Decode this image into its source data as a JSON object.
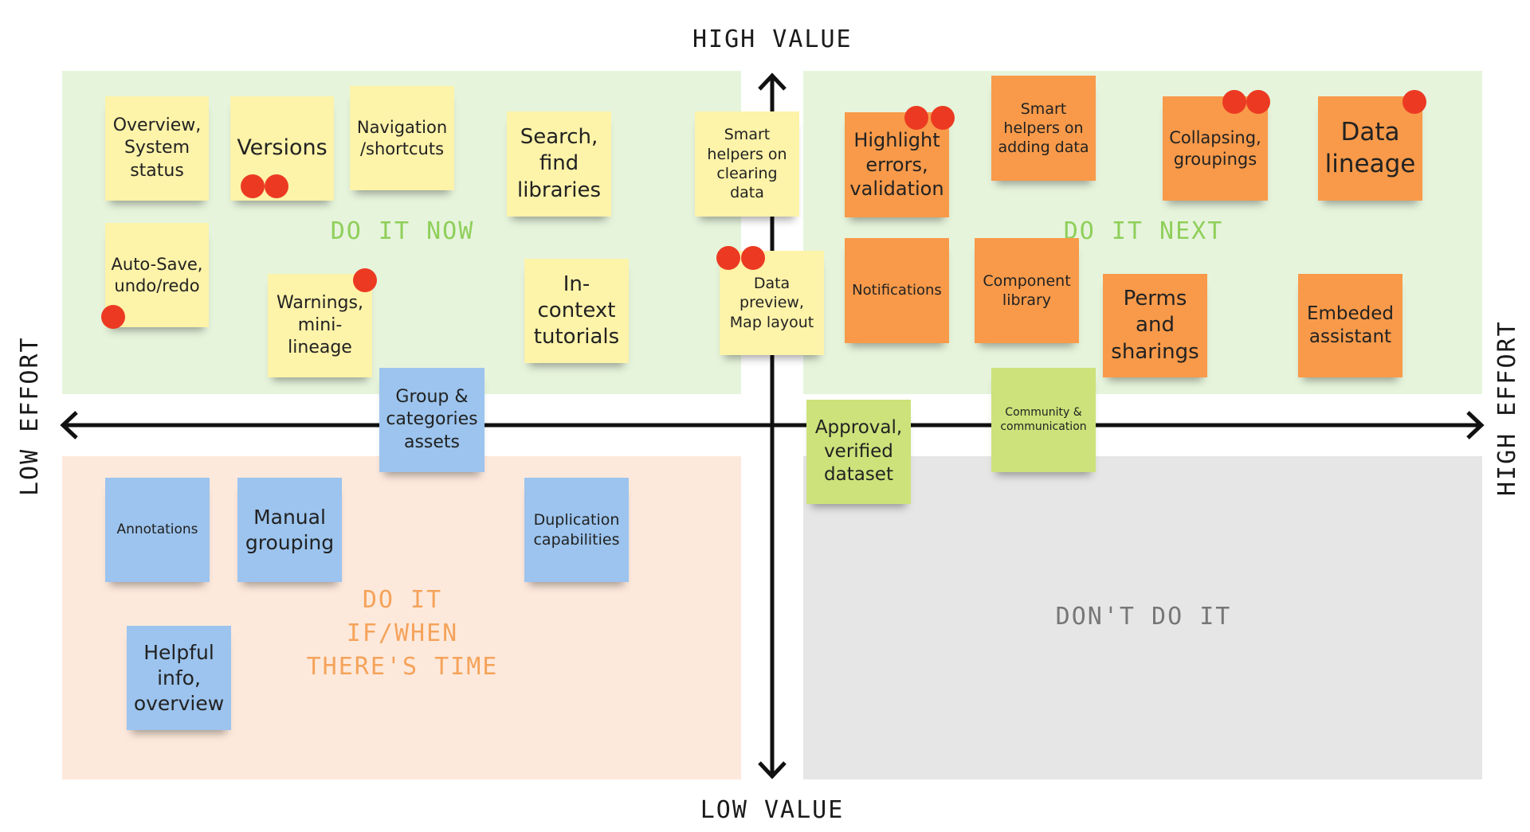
{
  "axes": {
    "top": "HIGH VALUE",
    "bottom": "LOW VALUE",
    "left": "LOW EFFORT",
    "right": "HIGH EFFORT"
  },
  "quadrants": {
    "do_it_now": "DO IT NOW",
    "do_it_next": "DO IT NEXT",
    "do_it_if_when": "DO IT IF/WHEN THERE'S TIME",
    "dont_do_it": "DON'T DO IT"
  },
  "colors": {
    "green_quadrant": "#e6f4dc",
    "peach_quadrant": "#fde9dc",
    "grey_quadrant": "#e6e6e6",
    "do_it_now_text": "#8fcf5a",
    "do_it_next_text": "#8fcf5a",
    "do_it_if_when_text": "#f5a35a",
    "dont_do_it_text": "#777777",
    "yellow_note": "#fdf3a9",
    "orange_note": "#f89a4a",
    "blue_note": "#9cc4ee",
    "green_note": "#cde27a",
    "vote_dot": "#ec3a22"
  },
  "notes": {
    "overview": "Overview, System status",
    "versions": "Versions",
    "navigation": "Navigation /shortcuts",
    "search": "Search, find libraries",
    "smart_clearing": "Smart helpers on clearing data",
    "autosave": "Auto-Save, undo/redo",
    "warnings": "Warnings, mini-lineage",
    "incontext": "In-context tutorials",
    "data_preview": "Data preview, Map layout",
    "highlight": "Highlight errors, validation",
    "smart_adding": "Smart helpers on adding data",
    "collapsing": "Collapsing, groupings",
    "lineage": "Data lineage",
    "notifications": "Notifications",
    "component": "Component library",
    "perms": "Perms and sharings",
    "embeded": "Embeded assistant",
    "group": "Group & categories assets",
    "approval": "Approval, verified dataset",
    "community": "Community & communication",
    "annotations": "Annotations",
    "manual": "Manual grouping",
    "duplication": "Duplication capabilities",
    "helpful": "Helpful info, overview"
  }
}
